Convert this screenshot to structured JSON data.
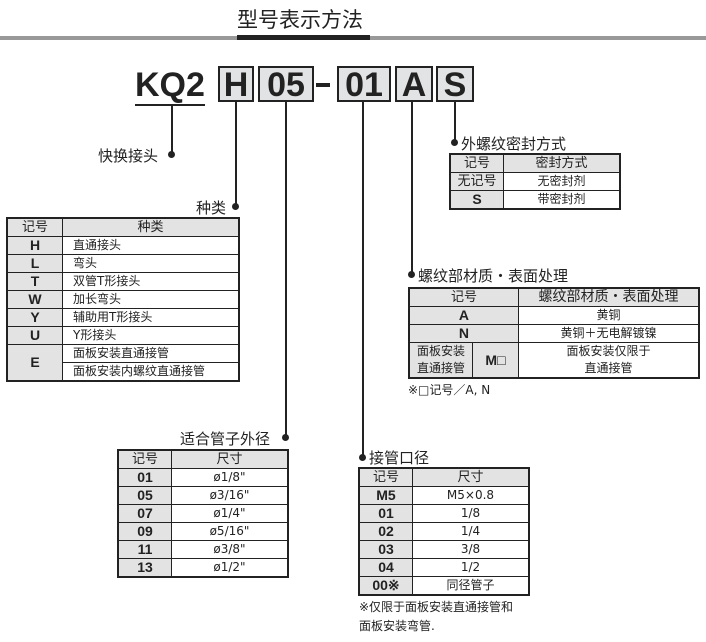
{
  "title": "型号表示方法",
  "code": {
    "prefix": "KQ2",
    "parts": [
      "H",
      "05",
      "01",
      "A",
      "S"
    ],
    "dash": "-"
  },
  "labels": {
    "quick": "快换接头",
    "type": "种类",
    "tube": "适合管子外径",
    "port": "接管口径",
    "material": "螺纹部材质・表面处理",
    "seal": "外螺纹密封方式"
  },
  "type_table": {
    "headers": [
      "记号",
      "种类"
    ],
    "rows": [
      [
        "H",
        "直通接头"
      ],
      [
        "L",
        "弯头"
      ],
      [
        "T",
        "双管T形接头"
      ],
      [
        "W",
        "加长弯头"
      ],
      [
        "Y",
        "辅助用T形接头"
      ],
      [
        "U",
        "Y形接头"
      ]
    ],
    "e_code": "E",
    "e_rows": [
      "面板安装直通接管",
      "面板安装内螺纹直通接管"
    ]
  },
  "seal_table": {
    "headers": [
      "记号",
      "密封方式"
    ],
    "rows": [
      [
        "无记号",
        "无密封剂"
      ],
      [
        "S",
        "带密封剂"
      ]
    ]
  },
  "material_table": {
    "headers": [
      "记号",
      "螺纹部材质・表面处理"
    ],
    "rows": [
      [
        "A",
        "黄铜"
      ],
      [
        "N",
        "黄铜＋无电解镀镍"
      ]
    ],
    "panel_label_1": "面板安装",
    "panel_label_2": "直通接管",
    "panel_code": "M□",
    "panel_desc_1": "面板安装仅限于",
    "panel_desc_2": "直通接管",
    "note": "※□记号／A, N"
  },
  "tube_table": {
    "headers": [
      "记号",
      "尺寸"
    ],
    "rows": [
      [
        "01",
        "ø1/8\""
      ],
      [
        "05",
        "ø3/16\""
      ],
      [
        "07",
        "ø1/4\""
      ],
      [
        "09",
        "ø5/16\""
      ],
      [
        "11",
        "ø3/8\""
      ],
      [
        "13",
        "ø1/2\""
      ]
    ]
  },
  "port_table": {
    "headers": [
      "记号",
      "尺寸"
    ],
    "rows": [
      [
        "M5",
        "M5×0.8"
      ],
      [
        "01",
        "1/8"
      ],
      [
        "02",
        "1/4"
      ],
      [
        "03",
        "3/8"
      ],
      [
        "04",
        "1/2"
      ],
      [
        "00※",
        "同径管子"
      ]
    ],
    "note_1": "※仅限于面板安装直通接管和",
    "note_2": "面板安装弯管."
  }
}
